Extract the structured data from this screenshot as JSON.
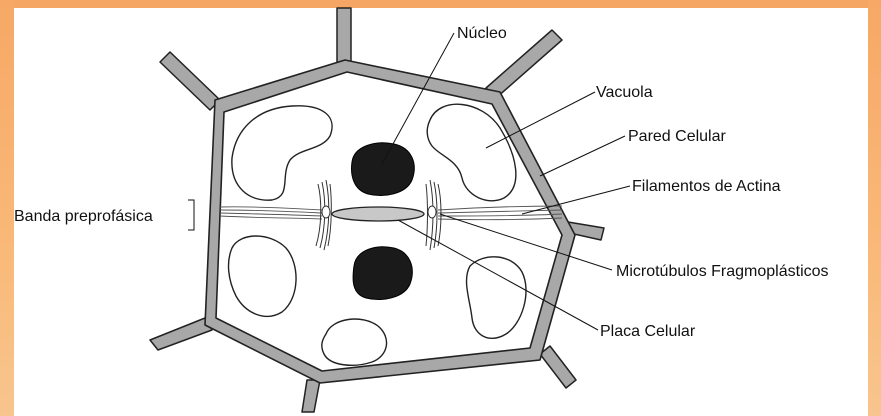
{
  "labels": {
    "nucleo": "Núcleo",
    "vacuola": "Vacuola",
    "pared": "Pared Celular",
    "filamentos": "Filamentos de Actina",
    "banda": "Banda preprofásica",
    "microtubulos": "Microtúbulos Fragmoplásticos",
    "placa": "Placa Celular"
  },
  "colors": {
    "background_orange": "#f7a866",
    "wall_gray": "#a8a8a8",
    "nucleus": "#1a1a1a",
    "plate": "#c8c8c8"
  }
}
